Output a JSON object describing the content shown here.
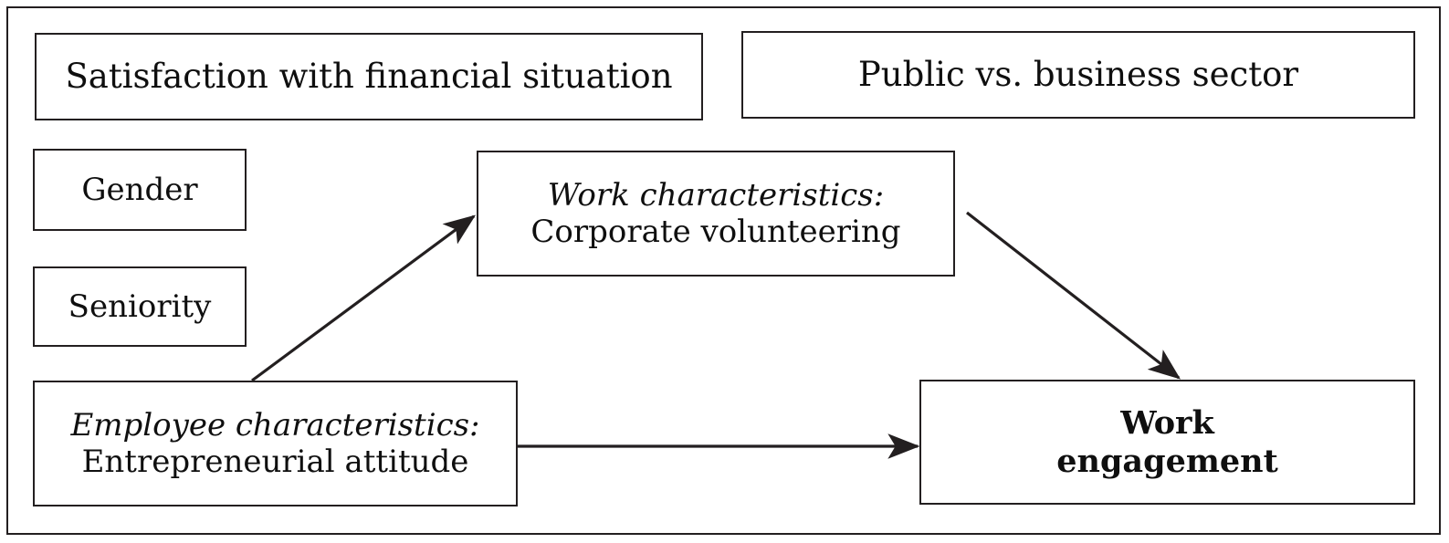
{
  "figure": {
    "type": "conceptual-model-diagram",
    "background_color": "#ffffff",
    "line_color": "#231f20",
    "frame": "outer rectangle border"
  },
  "nodes": {
    "satisfaction": {
      "label": "Satisfaction with financial situation",
      "role": "control-variable"
    },
    "sector": {
      "label": "Public vs. business sector",
      "role": "control-variable"
    },
    "gender": {
      "label": "Gender",
      "role": "control-variable"
    },
    "seniority": {
      "label": "Seniority",
      "role": "control-variable"
    },
    "work_characteristics": {
      "line1": "Work characteristics:",
      "line2": "Corporate volunteering",
      "role": "mediator"
    },
    "employee_characteristics": {
      "line1": "Employee characteristics:",
      "line2": "Entrepreneurial attitude",
      "role": "predictor"
    },
    "work_engagement": {
      "line1": "Work",
      "line2": "engagement",
      "role": "outcome"
    }
  },
  "arrows": [
    {
      "name": "employee-to-work-characteristics",
      "from": "employee_characteristics",
      "to": "work_characteristics",
      "direction": "diagonal-up-right"
    },
    {
      "name": "work-characteristics-to-engagement",
      "from": "work_characteristics",
      "to": "work_engagement",
      "direction": "diagonal-down-right"
    },
    {
      "name": "employee-to-engagement",
      "from": "employee_characteristics",
      "to": "work_engagement",
      "direction": "horizontal-right"
    }
  ]
}
